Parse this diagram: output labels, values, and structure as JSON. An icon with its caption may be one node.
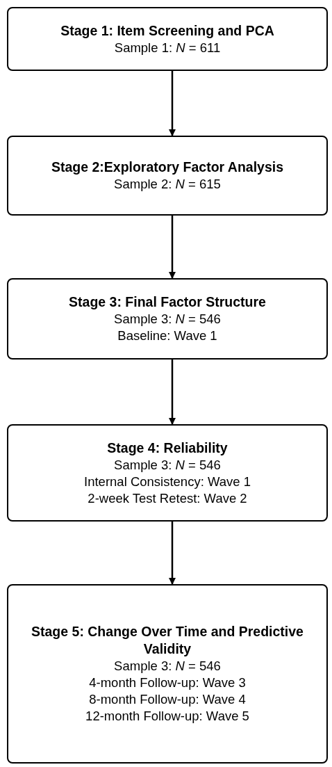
{
  "diagram": {
    "nodes": [
      {
        "text": [
          "Stage 1: Item Screening and PCA",
          "Sample 1: *N* = 611"
        ]
      },
      {
        "text": [
          "Stage 2:Exploratory Factor Analysis",
          "Sample 2: *N* = 615"
        ]
      },
      {
        "text": [
          "Stage 3: Final Factor Structure",
          "Sample 3: *N* = 546",
          "Baseline: Wave 1"
        ]
      },
      {
        "text": [
          "Stage 4: Reliability",
          "Sample 3: *N* = 546",
          "Internal Consistency: Wave 1",
          "2-week Test Retest: Wave 2"
        ]
      },
      {
        "text": [
          "Stage 5: Change Over Time and Predictive Validity",
          "Sample 3: *N* = 546",
          "4-month Follow-up: Wave 3",
          "8-month Follow-up: Wave 4",
          "12-month Follow-up: Wave 5"
        ]
      }
    ],
    "edges": [
      {
        "from": 0,
        "to": 1,
        "arrow": "to"
      },
      {
        "from": 1,
        "to": 2,
        "arrow": "to"
      },
      {
        "from": 2,
        "to": 3,
        "arrow": "to"
      },
      {
        "from": 3,
        "to": 4,
        "arrow": "to"
      }
    ]
  }
}
